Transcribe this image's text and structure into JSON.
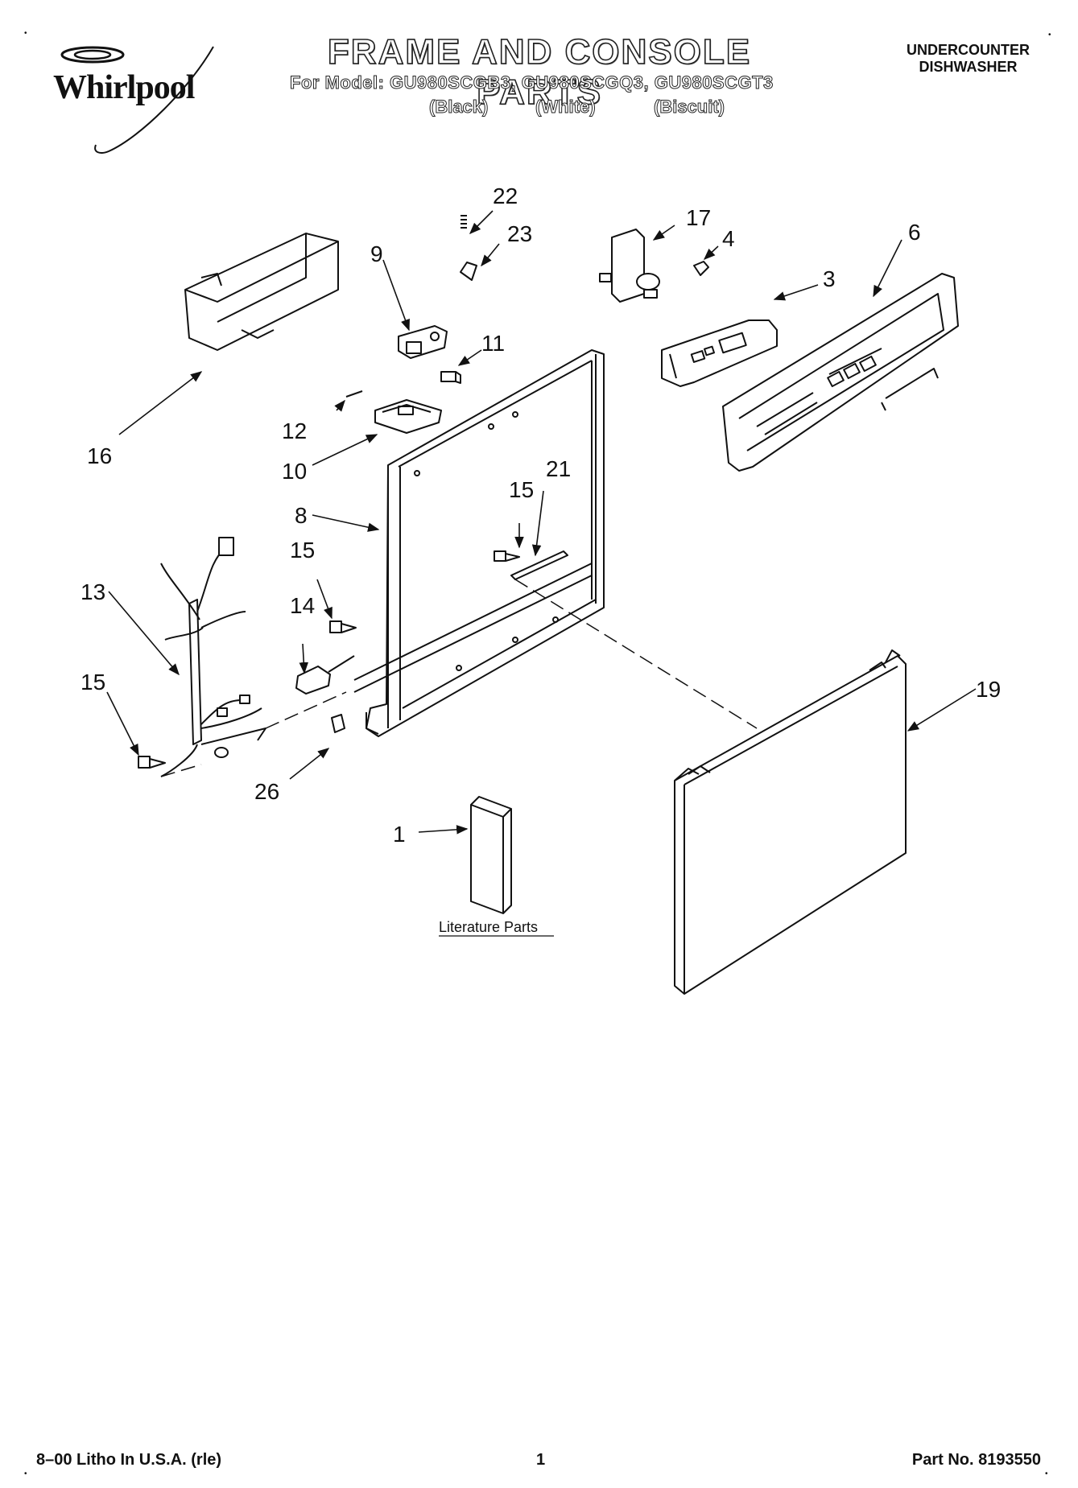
{
  "header": {
    "brand": "Whirlpool",
    "title": "FRAME AND CONSOLE PARTS",
    "models": "For Model: GU980SCGB3, GU980SCGQ3, GU980SCGT3",
    "colors": [
      "(Black)",
      "(White)",
      "(Biscuit)"
    ],
    "appliance_type_line1": "UNDERCOUNTER",
    "appliance_type_line2": "DISHWASHER"
  },
  "callouts": {
    "c1": "1",
    "c3": "3",
    "c4": "4",
    "c6": "6",
    "c8": "8",
    "c9": "9",
    "c10": "10",
    "c11": "11",
    "c12": "12",
    "c13": "13",
    "c14": "14",
    "c15a": "15",
    "c15b": "15",
    "c15c": "15",
    "c16": "16",
    "c17": "17",
    "c19": "19",
    "c21": "21",
    "c22": "22",
    "c23": "23",
    "c26": "26"
  },
  "literature_label": "Literature Parts",
  "footer": {
    "left": "8–00 Litho In U.S.A. (rle)",
    "page": "1",
    "part_no": "Part No. 8193550"
  }
}
